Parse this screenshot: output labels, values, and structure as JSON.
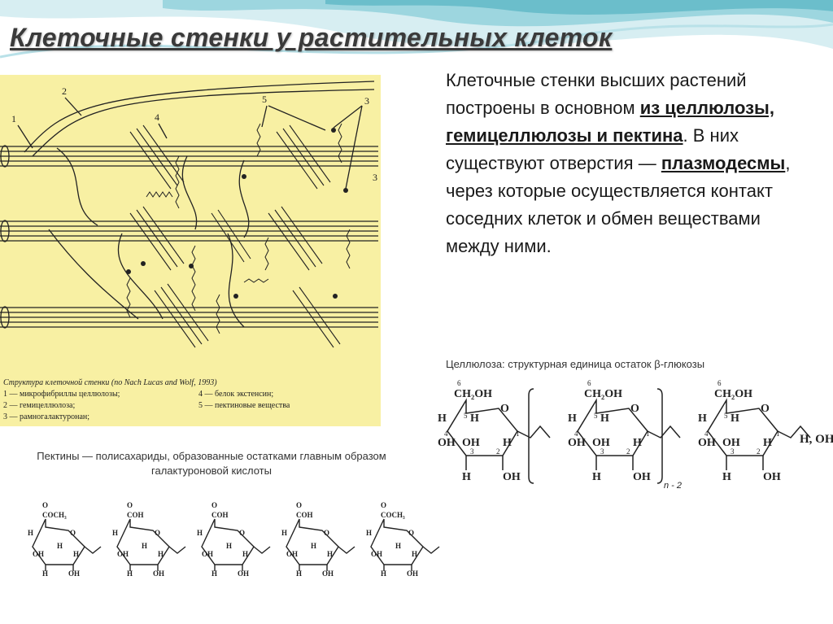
{
  "slide": {
    "title": "Клеточные стенки у растительных клеток"
  },
  "figure": {
    "callouts": [
      "1",
      "2",
      "3",
      "4",
      "5",
      "3"
    ],
    "caption_title": "Структура клеточной стенки (по Nach Lucas and Wolf, 1993)",
    "legend": [
      "1 — микрофибриллы целлюлозы;",
      "4 — белок экстенсин;",
      "2 — гемицеллюлоза;",
      "5 — пектиновые вещества",
      "3 — рамногалактуронан;"
    ]
  },
  "body_text": {
    "part1": "Клеточные стенки высших растений построены в основном ",
    "bold1": "из целлюлозы, гемицеллюлозы и пектина",
    "part2": ". В них существуют отверстия — ",
    "bold2": "плазмодесмы",
    "part3": ", через которые осуществляется контакт соседних клеток и обмен веществами между ними."
  },
  "cellulose": {
    "caption": "Целлюлоза: структурная единица остаток β-глюкозы",
    "ch2oh": "CH₂OH",
    "o": "O",
    "h": "H",
    "oh": "OH",
    "end_group": "H, OH",
    "repeat": "n - 2",
    "positions": [
      "6",
      "5",
      "4",
      "3",
      "2",
      "1"
    ]
  },
  "pectin": {
    "caption": "Пектины — полисахариды, образованные остатками главным образом галактуроновой кислоты",
    "groups": [
      "OCH₃",
      "OH",
      "OH",
      "OH",
      "OCH₃"
    ],
    "c": "C",
    "o": "O",
    "h": "H",
    "oh": "OH"
  },
  "colors": {
    "figure_bg": "#f8f0a3",
    "wave_teal": "#5fb8c6",
    "title": "#3a3a3a"
  }
}
